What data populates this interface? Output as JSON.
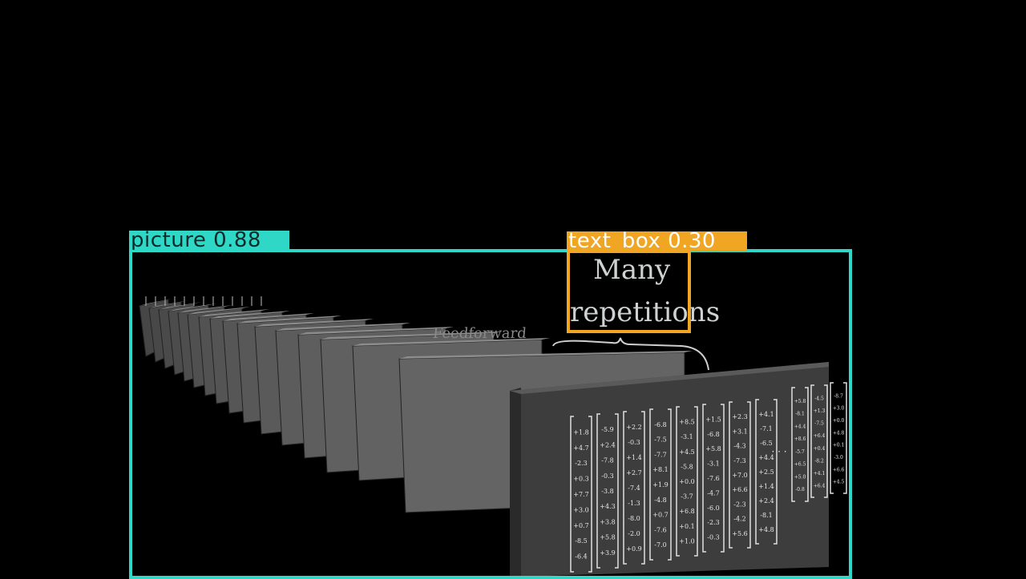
{
  "detections": [
    {
      "label": "picture 0.88",
      "color": "#2fd8c6"
    },
    {
      "label": "text_box 0.30",
      "color": "#f0a622"
    }
  ],
  "scene": {
    "annotation_line1": "Many",
    "annotation_line2": "repetitions",
    "layer_label": "Feedforward",
    "vectors": [
      [
        "+1.8",
        "+4.7",
        "-2.3",
        "+0.3",
        "+7.7",
        "+3.0",
        "+0.7",
        "-8.5",
        "-6.4"
      ],
      [
        "-5.9",
        "+2.4",
        "-7.8",
        "-0.3",
        "-3.8",
        "+4.3",
        "+3.8",
        "+5.8",
        "+3.9"
      ],
      [
        "+2.2",
        "-0.3",
        "+1.4",
        "+2.7",
        "-7.4",
        "-1.3",
        "-8.0",
        "-2.0",
        "+0.9"
      ],
      [
        "-6.8",
        "-7.5",
        "-7.7",
        "+8.1",
        "+1.9",
        "-4.8",
        "+0.7",
        "-7.6",
        "-7.0"
      ],
      [
        "+8.5",
        "-3.1",
        "+4.5",
        "-5.8",
        "+0.0",
        "-3.7",
        "+6.8",
        "+0.1",
        "+1.0"
      ],
      [
        "+1.5",
        "-6.8",
        "+5.8",
        "-3.1",
        "-7.6",
        "-4.7",
        "-6.0",
        "-2.3",
        "-0.3"
      ],
      [
        "+2.3",
        "+3.1",
        "-4.3",
        "-7.3",
        "+7.0",
        "+6.6",
        "-2.3",
        "-4.2",
        "+5.6"
      ],
      [
        "+4.1",
        "-7.1",
        "-6.5",
        "+4.4",
        "+2.5",
        "+1.4",
        "+2.4",
        "-8.1",
        "+4.8"
      ]
    ],
    "tail_vectors": [
      [
        "+5.8",
        "-8.1",
        "+4.4",
        "+8.6",
        "-5.7",
        "+6.5",
        "+5.0",
        "-0.8"
      ],
      [
        "-4.5",
        "+1.3",
        "-7.5",
        "+6.4",
        "+0.4",
        "-8.2",
        "+4.1",
        "+6.4"
      ],
      [
        "-8.7",
        "+3.0",
        "+0.0",
        "+4.8",
        "+0.1",
        "-3.0",
        "+6.6",
        "+4.5"
      ]
    ],
    "ellipsis": "· · ·"
  }
}
